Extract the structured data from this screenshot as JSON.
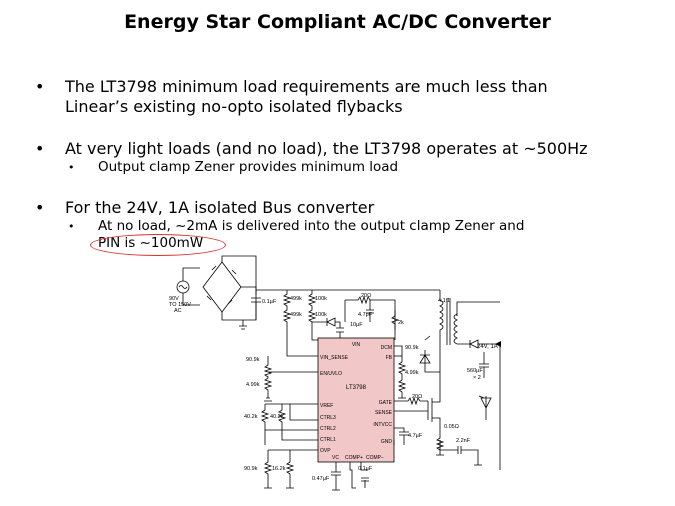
{
  "title": "Energy Star Compliant AC/DC Converter",
  "bullet_char": "•",
  "bullets": [
    {
      "lines": [
        "The LT3798 minimum load requirements are much less than",
        "Linear’s existing no-opto isolated flybacks"
      ]
    },
    {
      "lines": [
        "At very light loads (and no load), the LT3798 operates at ~500Hz"
      ],
      "sub": [
        {
          "lines": [
            "Output clamp Zener provides minimum load"
          ]
        }
      ]
    },
    {
      "lines": [
        "For the 24V, 1A isolated Bus converter"
      ],
      "sub": [
        {
          "lines": [
            "At no load, ~2mA is delivered into the output clamp Zener and",
            "PIN is ~100mW"
          ]
        }
      ]
    }
  ],
  "highlight_color": "#d83030",
  "chip_fill": "#f2c7c7",
  "schematic": {
    "ic_name": "LT3798",
    "input": [
      "90V",
      "TO 150V",
      "AC"
    ],
    "output": "24V, 1A",
    "transformer": "4:1:1",
    "pins_left": [
      "VIN_SENSE",
      "EN/UVLO",
      "VREF",
      "CTRL3",
      "CTRL2",
      "CTRL1",
      "OVP"
    ],
    "pins_right": [
      "DCM",
      "FB",
      "GATE",
      "SENSE",
      "INTVCC",
      "GND"
    ],
    "pin_vin": "VIN",
    "pins_bottom": [
      "VC",
      "COMP+",
      "COMP−"
    ],
    "components": {
      "c_in": "0.1µF",
      "r_top1": "499k",
      "r_top2": "499k",
      "r_100k_1": "100k",
      "r_100k_2": "100k",
      "r_20": "20Ω",
      "c_47p": "4.7pF",
      "r_2k": "2k",
      "c_10u": "10µF",
      "r_909_l": "90.9k",
      "r_499_l": "4.99k",
      "r_402_a": "40.2k",
      "r_402_b": "40.2k",
      "r_909_b": "90.9k",
      "r_162": "16.2k",
      "c_047": "0.47µF",
      "c_01": "0.1µF",
      "r_909_r": "90.9k",
      "r_499_r": "4.99k",
      "r_20_g": "20Ω",
      "c_47u": "4.7µF",
      "r_005": "0.05Ω",
      "c_22n": "2.2nF",
      "c_out": "560µF",
      "c_out_n": "× 2"
    }
  }
}
